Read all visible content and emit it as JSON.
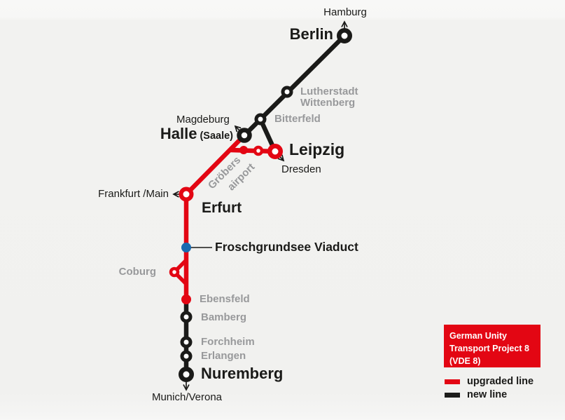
{
  "colors": {
    "upgraded_line_red": "#e30613",
    "new_line_black": "#1a1a18",
    "secondary_station_gray": "#98999b",
    "viaduct_blue": "#1a6ab0",
    "background": "#f1f1ef",
    "legend_text_white": "#ffffff"
  },
  "stations": {
    "berlin": "Berlin",
    "lutherstadt_wittenberg_line1": "Lutherstadt",
    "lutherstadt_wittenberg_line2": "Wittenberg",
    "bitterfeld": "Bitterfeld",
    "halle": "Halle",
    "halle_suffix": "(Saale)",
    "leipzig": "Leipzig",
    "groebers": "Gröbers",
    "airport": "airport",
    "erfurt": "Erfurt",
    "coburg": "Coburg",
    "ebensfeld": "Ebensfeld",
    "bamberg": "Bamberg",
    "forchheim": "Forchheim",
    "erlangen": "Erlangen",
    "nuremberg": "Nuremberg"
  },
  "destinations": {
    "hamburg": "Hamburg",
    "magdeburg": "Magdeburg",
    "dresden": "Dresden",
    "frankfurt_main": "Frankfurt /Main",
    "munich_verona": "Munich/Verona"
  },
  "landmarks": {
    "froschgrundsee": "Froschgrundsee Viaduct"
  },
  "legend": {
    "title_line1": "German Unity",
    "title_line2": "Transport Project 8",
    "title_line3": "(VDE 8)",
    "upgraded_line": "upgraded line",
    "new_line": "new line"
  }
}
